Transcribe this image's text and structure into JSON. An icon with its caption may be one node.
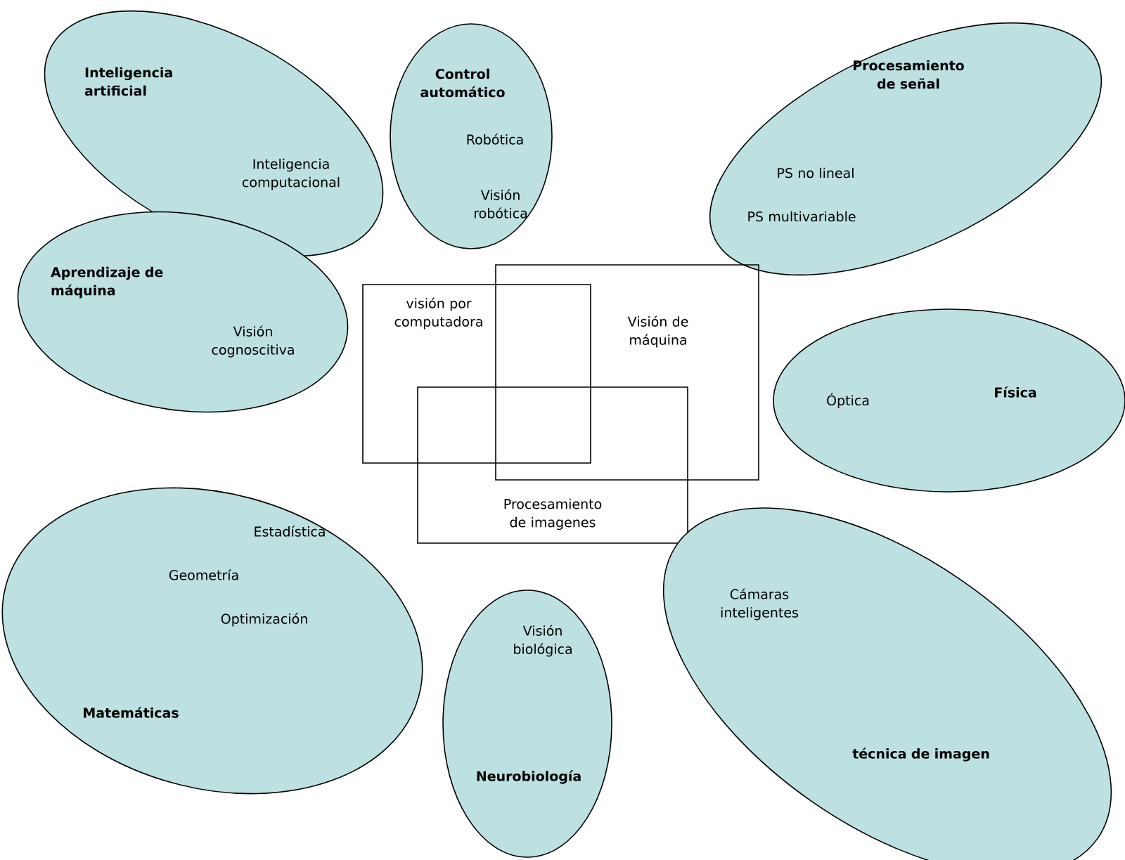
{
  "diagram": {
    "nodes": [
      {
        "text": [
          "Inteligencia artificial",
          "Inteligencia computacional"
        ]
      },
      {
        "text": [
          "Control automático",
          "Robótica",
          "Visión robótica"
        ]
      },
      {
        "text": [
          "Procesamiento de señal",
          "PS no lineal",
          "PS multivariable"
        ]
      },
      {
        "text": [
          "Aprendizaje de máquina",
          "Visión cognoscitiva"
        ]
      },
      {
        "text": [
          "Óptica",
          "Física"
        ]
      },
      {
        "text": [
          "visión por computadora"
        ]
      },
      {
        "text": [
          "Visión de máquina"
        ]
      },
      {
        "text": [
          "Procesamiento de imagenes"
        ]
      },
      {
        "text": [
          "Estadística",
          "Geometría",
          "Optimización",
          "Matemáticas"
        ]
      },
      {
        "text": [
          "Visión biológica",
          "Neurobiología"
        ]
      },
      {
        "text": [
          "Cámaras inteligentes",
          "técnica de imagen"
        ]
      }
    ]
  }
}
